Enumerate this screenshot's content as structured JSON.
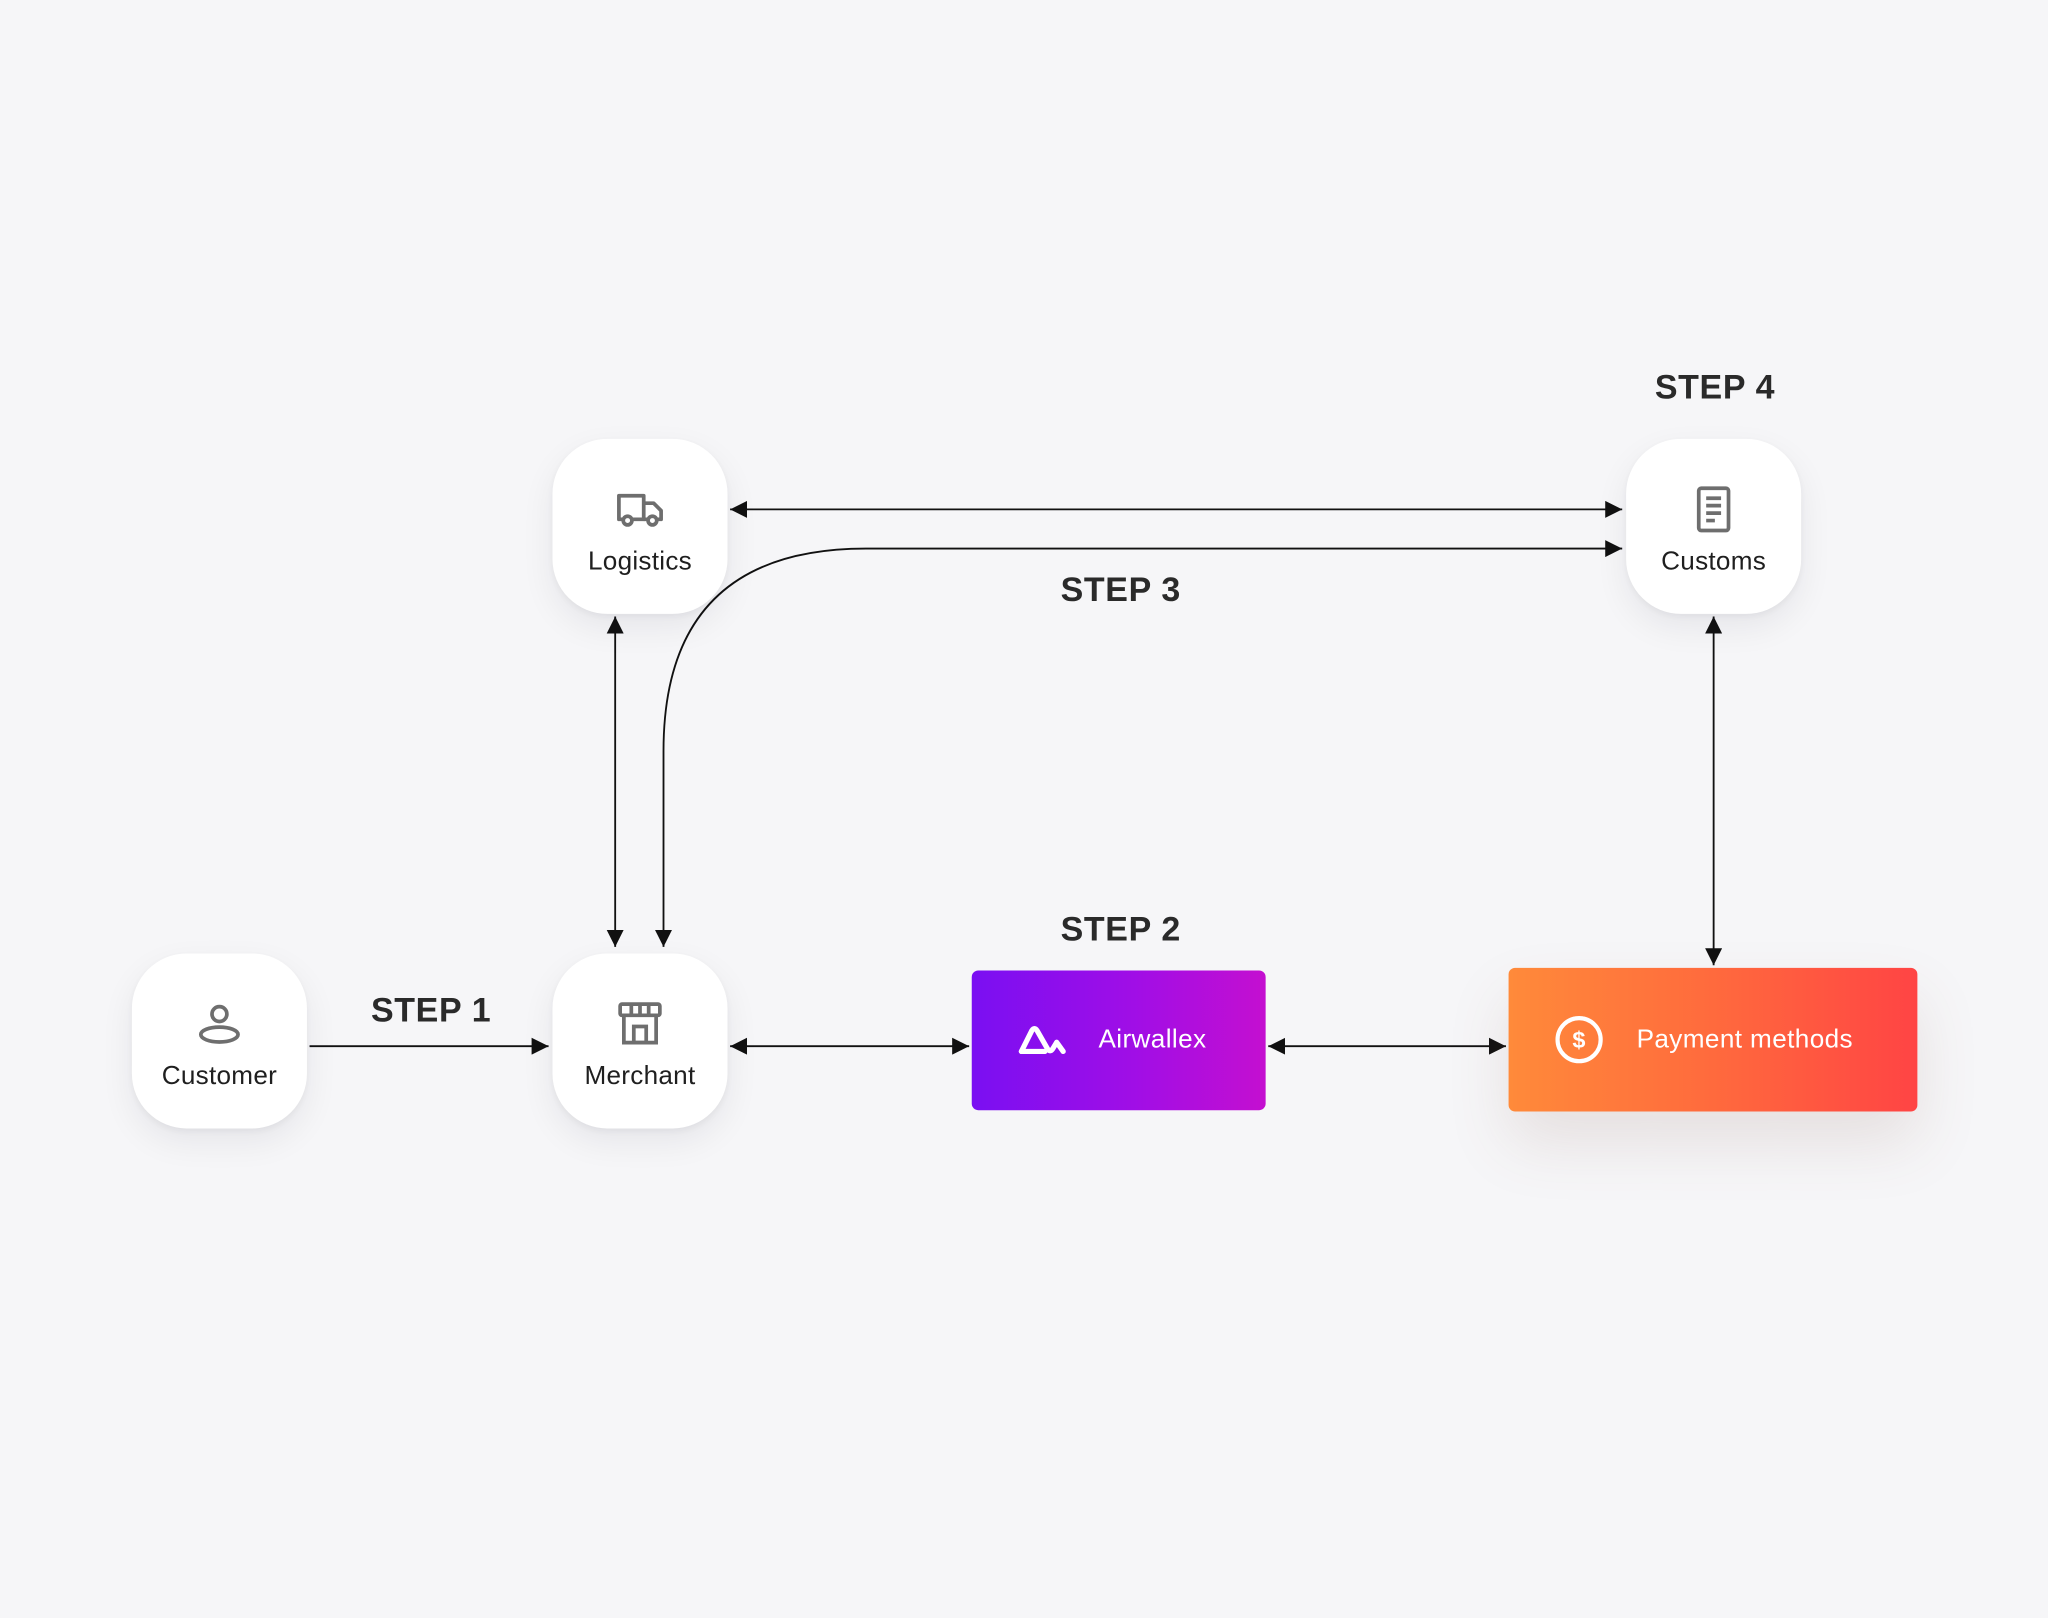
{
  "nodes": {
    "customer": {
      "label": "Customer",
      "icon": "person-icon"
    },
    "merchant": {
      "label": "Merchant",
      "icon": "storefront-icon"
    },
    "logistics": {
      "label": "Logistics",
      "icon": "truck-icon"
    },
    "customs": {
      "label": "Customs",
      "icon": "document-icon"
    },
    "airwallex": {
      "label": "Airwallex",
      "icon": "airwallex-logo-icon",
      "color_start": "#7a0ff2",
      "color_end": "#c40fd0"
    },
    "payment_methods": {
      "label": "Payment methods",
      "icon": "dollar-circle-icon",
      "color_start": "#ff8a3a",
      "color_end": "#ff4444"
    }
  },
  "steps": {
    "step1": "STEP 1",
    "step2": "STEP 2",
    "step3": "STEP 3",
    "step4": "STEP 4"
  },
  "colors": {
    "background": "#f6f6f8",
    "connector": "#111111",
    "icon_gray": "#6e6e6e"
  }
}
